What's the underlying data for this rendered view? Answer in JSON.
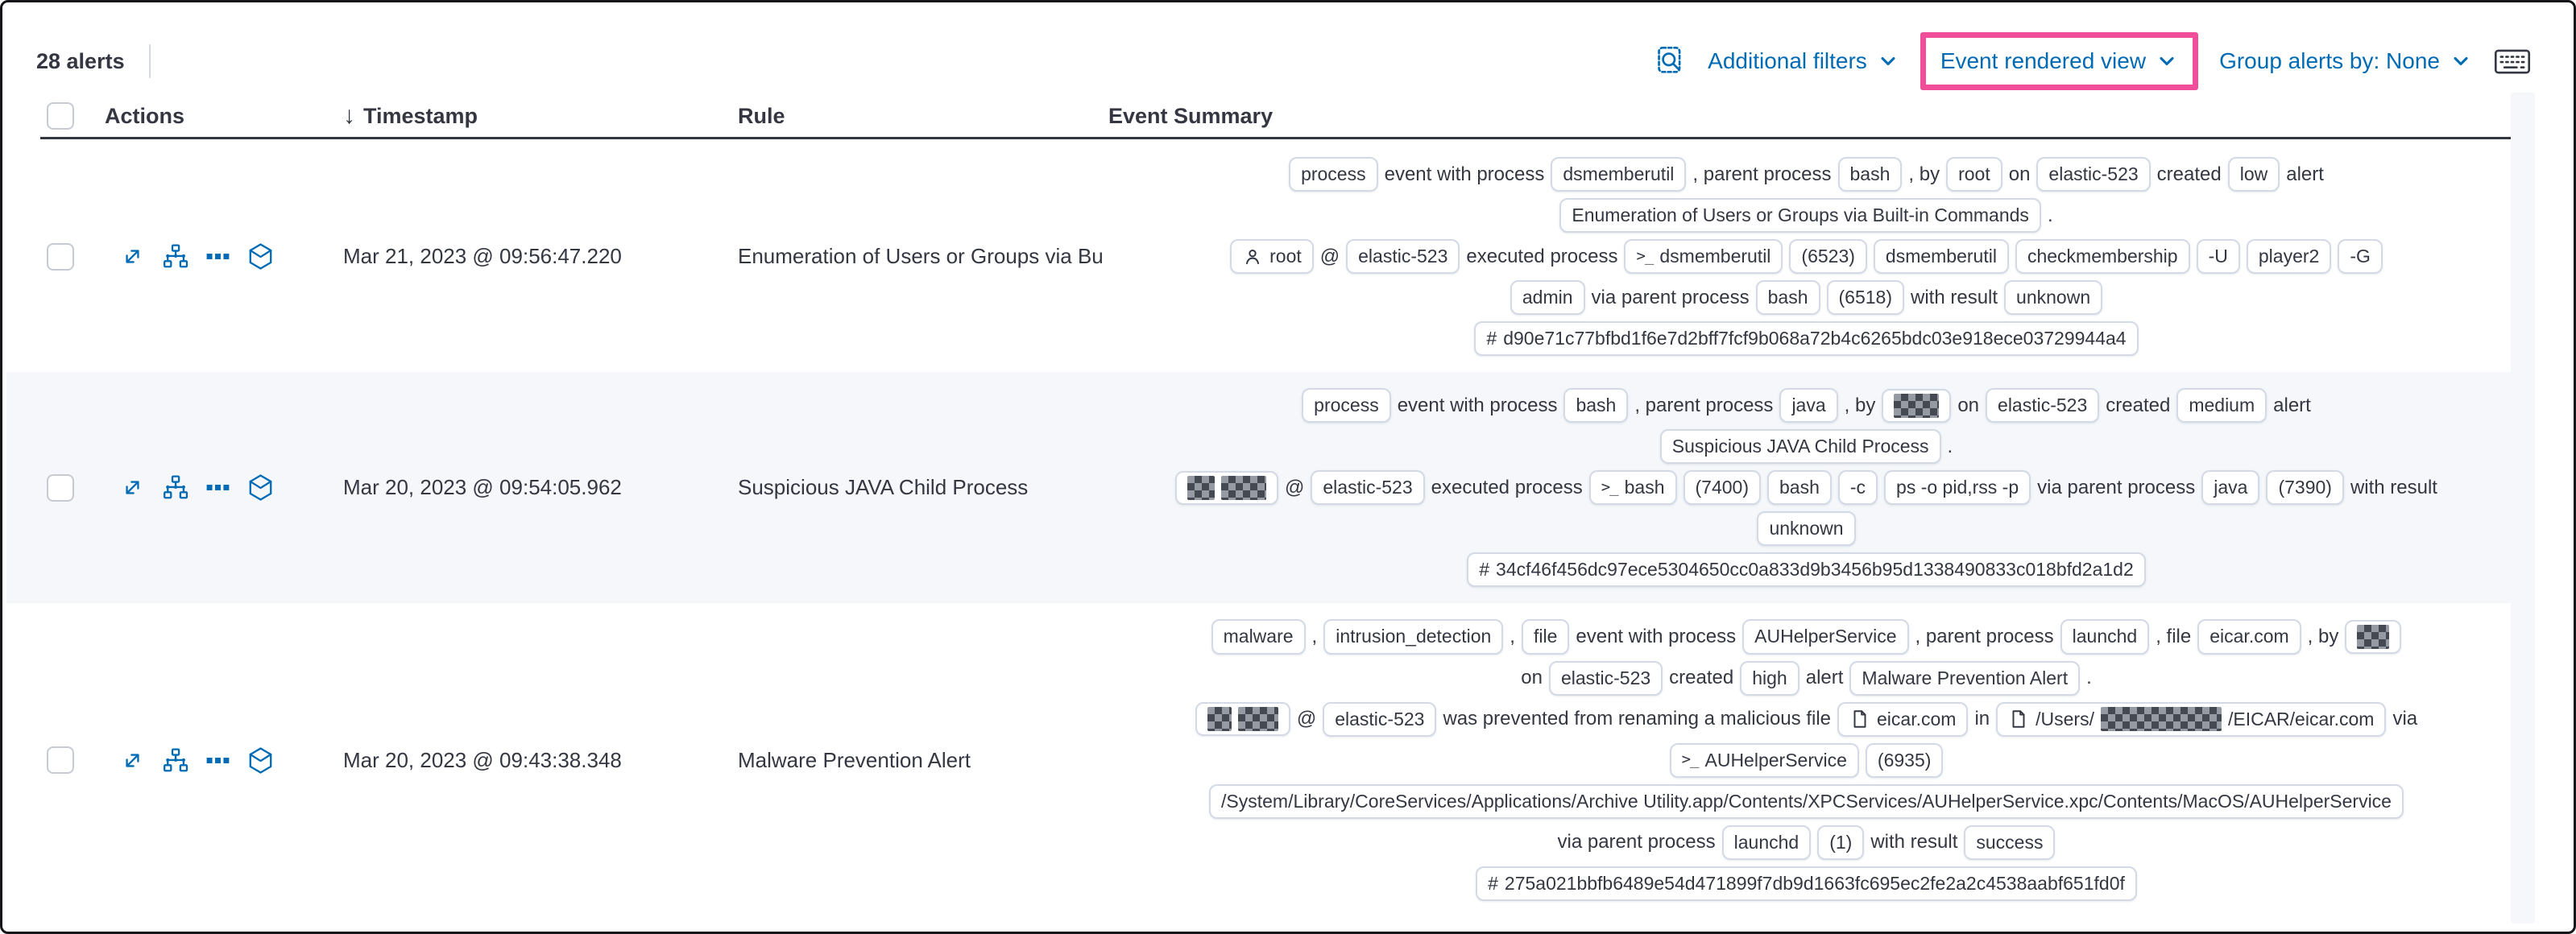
{
  "colors": {
    "link_blue": "#006BB4",
    "text": "#343741",
    "pill_border": "#D3DAE6",
    "row_stripe": "#F5F7FA",
    "annotation_pink": "#F04E98",
    "header_rule_line": "#343741"
  },
  "toolbar": {
    "alert_count": "28 alerts",
    "additional_filters_label": "Additional filters",
    "event_rendered_view_label": "Event rendered view",
    "group_alerts_by_label": "Group alerts by: None",
    "icons": [
      "inspect-icon",
      "chevron-down-icon",
      "keyboard-shortcuts-icon"
    ],
    "annotation": {
      "shape": "highlight-box",
      "color": "#F04E98",
      "around": "Event rendered view"
    }
  },
  "table": {
    "headers": {
      "actions": "Actions",
      "timestamp": "Timestamp",
      "rule": "Rule",
      "event_summary": "Event Summary"
    },
    "sort": {
      "column": "Timestamp",
      "direction": "descending",
      "icon": "arrow-down-icon"
    },
    "row_action_icons": [
      "expand-alert-icon",
      "analyze-event-icon",
      "more-actions-icon",
      "investigate-in-timeline-icon"
    ],
    "rows": [
      {
        "striped": false,
        "timestamp": "Mar 21, 2023 @ 09:56:47.220",
        "rule": "Enumeration of Users or Groups via Bui",
        "summary_lines": [
          [
            {
              "p": [
                "process"
              ]
            },
            {
              "t": "event with process"
            },
            {
              "p": [
                "dsmemberutil"
              ]
            },
            {
              "t": ", parent process"
            },
            {
              "p": [
                "bash"
              ]
            },
            {
              "t": ", by"
            },
            {
              "p": [
                "root"
              ]
            },
            {
              "t": "on"
            },
            {
              "p": [
                "elastic-523"
              ]
            },
            {
              "t": "created"
            },
            {
              "p": [
                "low"
              ]
            },
            {
              "t": "alert"
            }
          ],
          [
            {
              "p": [
                "Enumeration of Users or Groups via Built-in Commands"
              ]
            },
            {
              "t": "."
            }
          ],
          [
            {
              "p": [
                "root"
              ],
              "icon": "user"
            },
            {
              "t": "@"
            },
            {
              "p": [
                "elastic-523"
              ]
            },
            {
              "t": "executed process"
            },
            {
              "p": [
                "dsmemberutil"
              ],
              "icon": "terminal"
            },
            {
              "p": [
                "(6523)"
              ]
            },
            {
              "p": [
                "dsmemberutil"
              ]
            },
            {
              "p": [
                "checkmembership"
              ]
            },
            {
              "p": [
                "-U"
              ]
            },
            {
              "p": [
                "player2"
              ]
            },
            {
              "p": [
                "-G"
              ]
            }
          ],
          [
            {
              "p": [
                "admin"
              ]
            },
            {
              "t": "via parent process"
            },
            {
              "p": [
                "bash"
              ]
            },
            {
              "p": [
                "(6518)"
              ]
            },
            {
              "t": "with result"
            },
            {
              "p": [
                "unknown"
              ]
            }
          ],
          [
            {
              "p": [
                "d90e71c77bfbd1f6e7d2bff7fcf9b068a72b4c6265bdc03e918ece03729944a4"
              ],
              "icon": "hash"
            }
          ]
        ]
      },
      {
        "striped": true,
        "timestamp": "Mar 20, 2023 @ 09:54:05.962",
        "rule": "Suspicious JAVA Child Process",
        "summary_lines": [
          [
            {
              "p": [
                "process"
              ]
            },
            {
              "t": "event with process"
            },
            {
              "p": [
                "bash"
              ]
            },
            {
              "t": ", parent process"
            },
            {
              "p": [
                "java"
              ]
            },
            {
              "t": ", by"
            },
            {
              "p": [
                {
                  "r": 56
                }
              ]
            },
            {
              "t": "on"
            },
            {
              "p": [
                "elastic-523"
              ]
            },
            {
              "t": "created"
            },
            {
              "p": [
                "medium"
              ]
            },
            {
              "t": "alert"
            }
          ],
          [
            {
              "p": [
                "Suspicious JAVA Child Process"
              ]
            },
            {
              "t": "."
            }
          ],
          [
            {
              "p": [
                {
                  "r": 34
                },
                {
                  "r": 56
                }
              ]
            },
            {
              "t": "@"
            },
            {
              "p": [
                "elastic-523"
              ]
            },
            {
              "t": "executed process"
            },
            {
              "p": [
                "bash"
              ],
              "icon": "terminal"
            },
            {
              "p": [
                "(7400)"
              ]
            },
            {
              "p": [
                "bash"
              ]
            },
            {
              "p": [
                "-c"
              ]
            },
            {
              "p": [
                "ps -o pid,rss -p"
              ]
            },
            {
              "t": "via parent process"
            },
            {
              "p": [
                "java"
              ]
            },
            {
              "p": [
                "(7390)"
              ]
            },
            {
              "t": "with result"
            }
          ],
          [
            {
              "p": [
                "unknown"
              ]
            }
          ],
          [
            {
              "p": [
                "34cf46f456dc97ece5304650cc0a833d9b3456b95d1338490833c018bfd2a1d2"
              ],
              "icon": "hash"
            }
          ]
        ]
      },
      {
        "striped": false,
        "timestamp": "Mar 20, 2023 @ 09:43:38.348",
        "rule": "Malware Prevention Alert",
        "summary_lines": [
          [
            {
              "p": [
                "malware"
              ]
            },
            {
              "t": ","
            },
            {
              "p": [
                "intrusion_detection"
              ]
            },
            {
              "t": ","
            },
            {
              "p": [
                "file"
              ]
            },
            {
              "t": "event with process"
            },
            {
              "p": [
                "AUHelperService"
              ]
            },
            {
              "t": ", parent process"
            },
            {
              "p": [
                "launchd"
              ]
            },
            {
              "t": ", file"
            },
            {
              "p": [
                "eicar.com"
              ]
            },
            {
              "t": ", by"
            },
            {
              "p": [
                {
                  "r": 40
                }
              ]
            }
          ],
          [
            {
              "t": "on"
            },
            {
              "p": [
                "elastic-523"
              ]
            },
            {
              "t": "created"
            },
            {
              "p": [
                "high"
              ]
            },
            {
              "t": "alert"
            },
            {
              "p": [
                "Malware Prevention Alert"
              ]
            },
            {
              "t": "."
            }
          ],
          [
            {
              "p": [
                {
                  "r": 30
                },
                {
                  "r": 50
                }
              ]
            },
            {
              "t": "@"
            },
            {
              "p": [
                "elastic-523"
              ]
            },
            {
              "t": "was prevented from renaming a malicious file"
            },
            {
              "p": [
                "eicar.com"
              ],
              "icon": "document"
            },
            {
              "t": "in"
            },
            {
              "p": [
                "/Users/",
                {
                  "r": 150
                },
                "/EICAR/eicar.com"
              ],
              "icon": "document"
            },
            {
              "t": "via"
            }
          ],
          [
            {
              "p": [
                "AUHelperService"
              ],
              "icon": "terminal"
            },
            {
              "p": [
                "(6935)"
              ]
            }
          ],
          [
            {
              "p": [
                "/System/Library/CoreServices/Applications/Archive Utility.app/Contents/XPCServices/AUHelperService.xpc/Contents/MacOS/AUHelperService"
              ]
            }
          ],
          [
            {
              "t": "via parent process"
            },
            {
              "p": [
                "launchd"
              ]
            },
            {
              "p": [
                "(1)"
              ]
            },
            {
              "t": "with result"
            },
            {
              "p": [
                "success"
              ]
            }
          ],
          [
            {
              "p": [
                "275a021bbfb6489e54d471899f7db9d1663fc695ec2fe2a2c4538aabf651fd0f"
              ],
              "icon": "hash"
            }
          ]
        ]
      }
    ]
  }
}
